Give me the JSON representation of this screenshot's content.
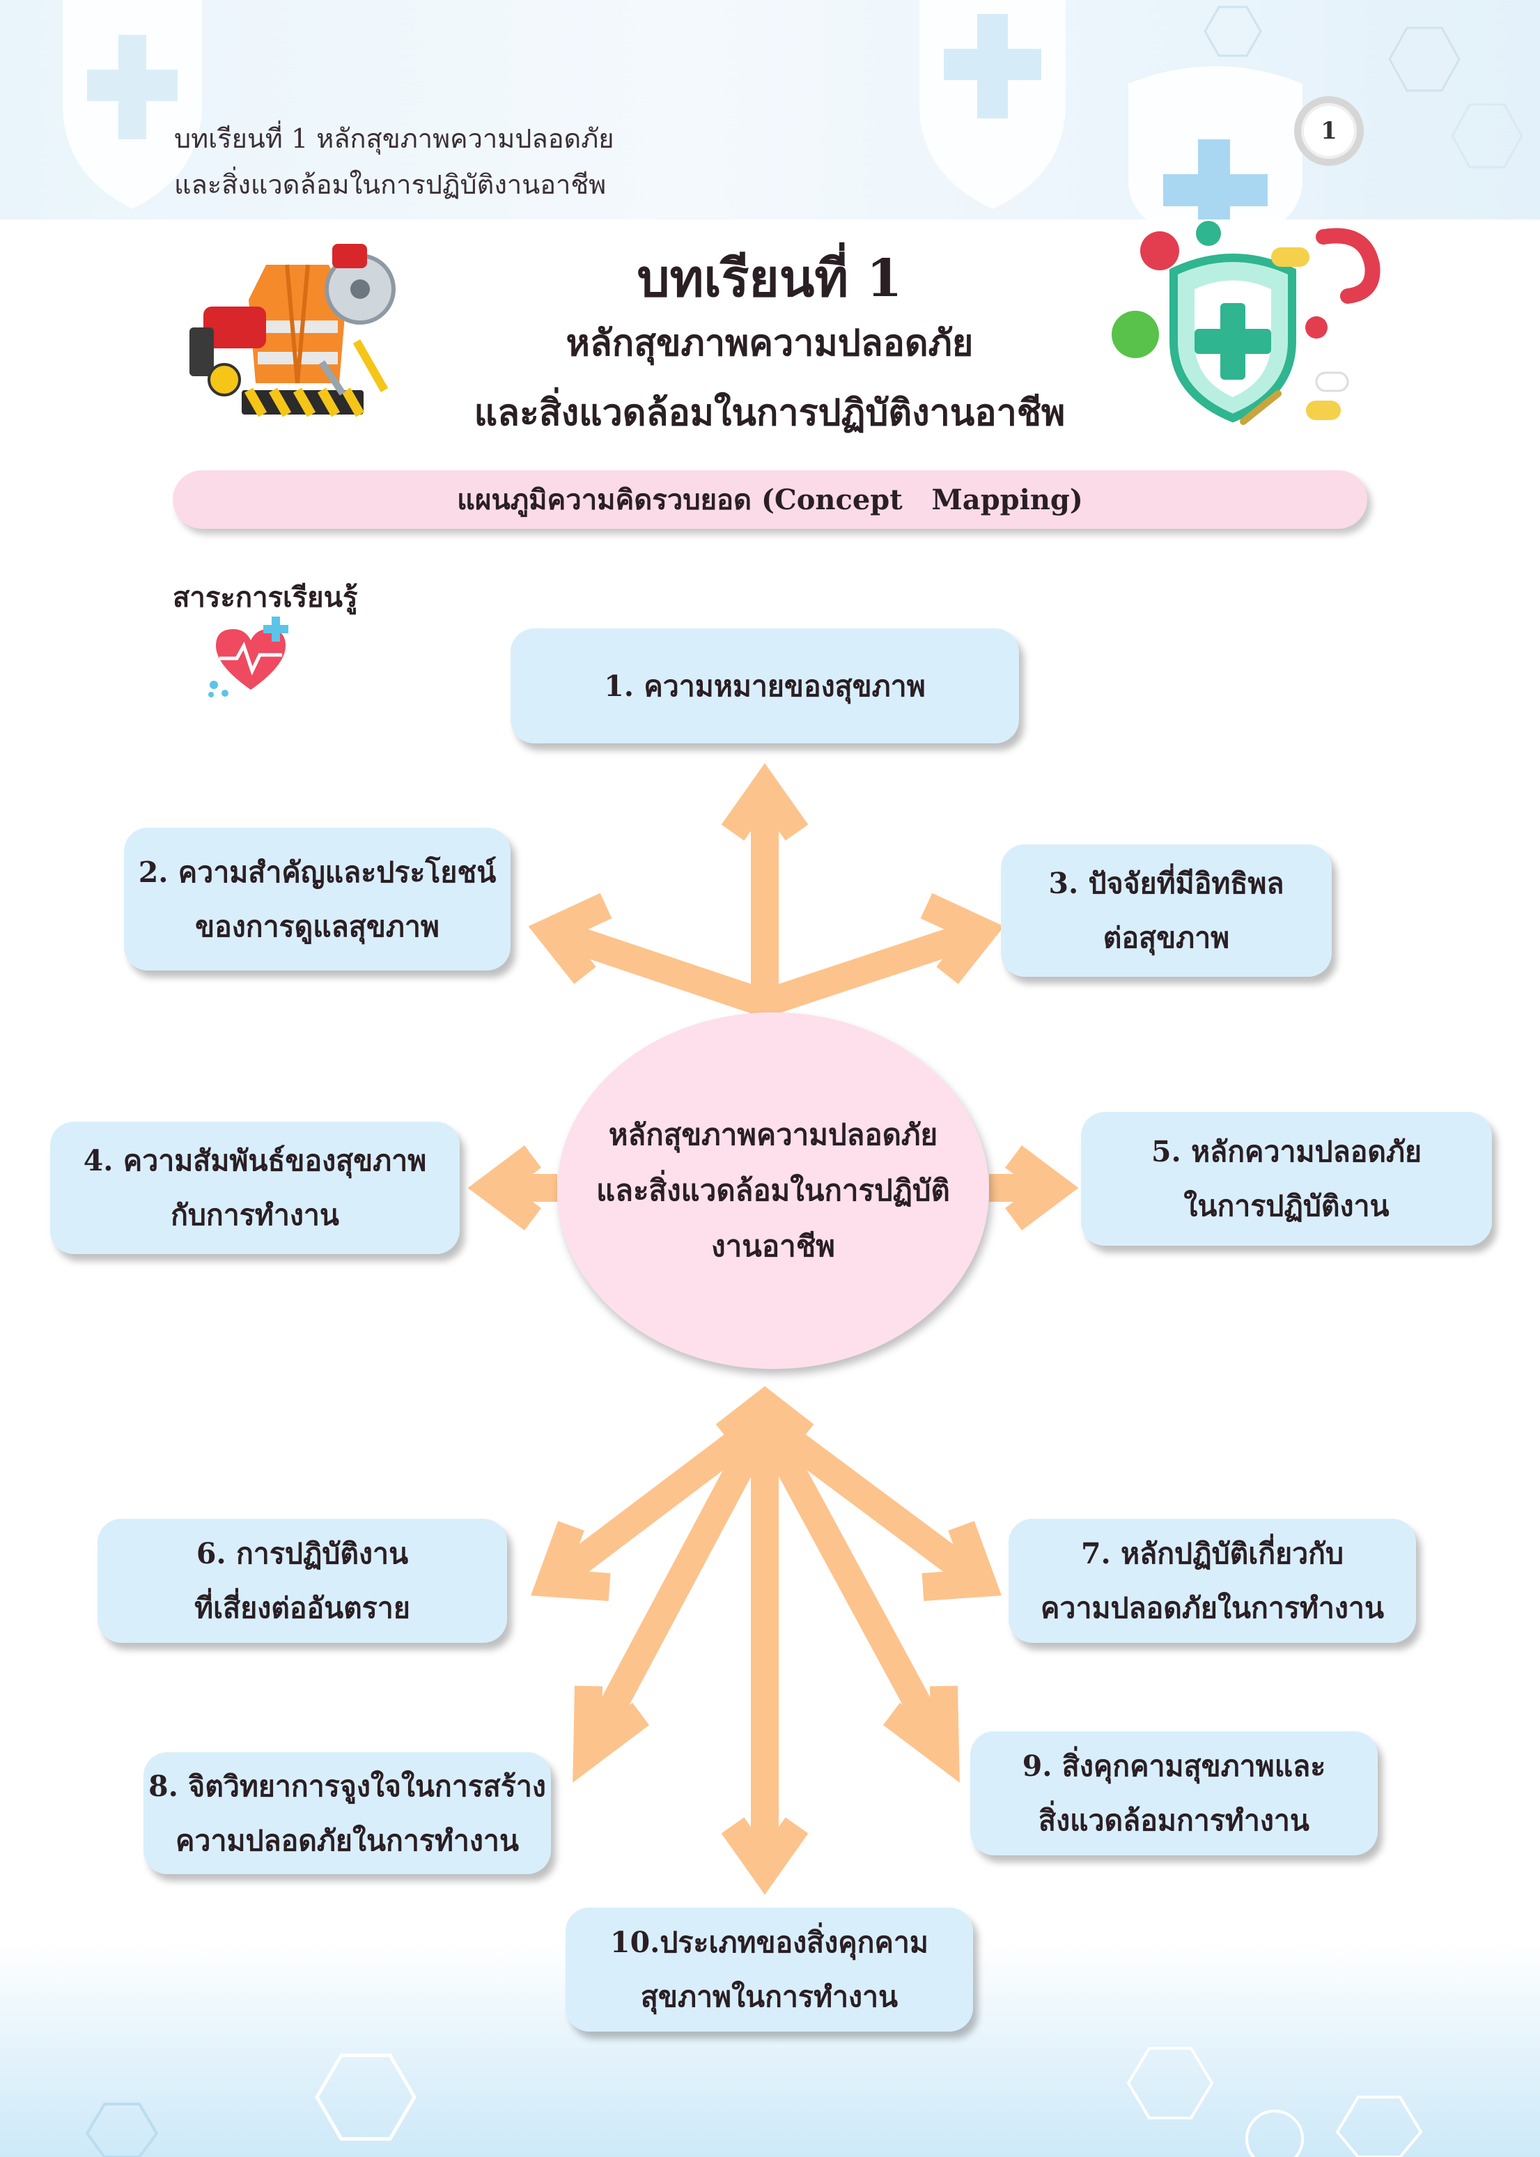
{
  "header": {
    "running_title_line1": "บทเรียนที่ 1 หลักสุขภาพความปลอดภัย",
    "running_title_line2": "และสิ่งแวดล้อมในการปฏิบัติงานอาชีพ",
    "page_number": "1"
  },
  "chapter": {
    "heading": "บทเรียนที่ 1",
    "subtitle_line1": "หลักสุขภาพความปลอดภัย",
    "subtitle_line2": "และสิ่งแวดล้อมในการปฏิบัติงานอาชีพ"
  },
  "banner": {
    "label": "แผนภูมิความคิดรวบยอด (Concept   Mapping)"
  },
  "section": {
    "label": "สาระการเรียนรู้"
  },
  "center": {
    "line1": "หลักสุขภาพความปลอดภัย",
    "line2": "และสิ่งแวดล้อมในการปฏิบัติ",
    "line3": "งานอาชีพ"
  },
  "topics": [
    {
      "line1": "1. ความหมายของสุขภาพ",
      "line2": ""
    },
    {
      "line1": "2. ความสำคัญและประโยชน์",
      "line2": "ของการดูแลสุขภาพ"
    },
    {
      "line1": "3. ปัจจัยที่มีอิทธิพล",
      "line2": "ต่อสุขภาพ"
    },
    {
      "line1": "4. ความสัมพันธ์ของสุขภาพ",
      "line2": "กับการทำงาน"
    },
    {
      "line1": "5. หลักความปลอดภัย",
      "line2": "ในการปฏิบัติงาน"
    },
    {
      "line1": "6. การปฏิบัติงาน",
      "line2": "ที่เสี่ยงต่ออันตราย"
    },
    {
      "line1": "7. หลักปฏิบัติเกี่ยวกับ",
      "line2": "ความปลอดภัยในการทำงาน"
    },
    {
      "line1": "8. จิตวิทยาการจูงใจในการสร้าง",
      "line2": "ความปลอดภัยในการทำงาน"
    },
    {
      "line1": "9. สิ่งคุกคามสุขภาพและ",
      "line2": "สิ่งแวดล้อมการทำงาน"
    },
    {
      "line1": "10.ประเภทของสิ่งคุกคาม",
      "line2": "สุขภาพในการทำงาน"
    }
  ],
  "colors": {
    "topic_box": "#d9eefb",
    "center_fill": "#fde0ec",
    "banner_fill": "#fbdbe8",
    "arrow": "#fdc38c"
  },
  "icons": [
    "safety-tools-illustration",
    "health-shield-virus-illustration",
    "heart-pulse-icon",
    "shield-decoration",
    "hexagon-decoration"
  ]
}
